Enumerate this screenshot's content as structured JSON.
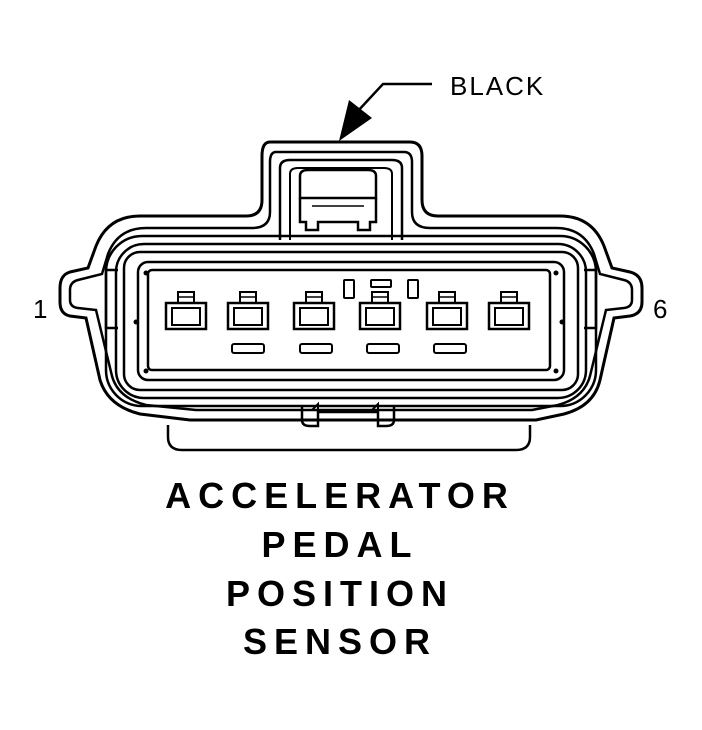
{
  "connector": {
    "color_label": "BLACK",
    "pin_first": "1",
    "pin_last": "6",
    "cavity_count": 6
  },
  "title_lines": [
    "ACCELERATOR",
    "PEDAL",
    "POSITION",
    "SENSOR"
  ],
  "colors": {
    "ink": "#000000",
    "paper": "#ffffff"
  }
}
